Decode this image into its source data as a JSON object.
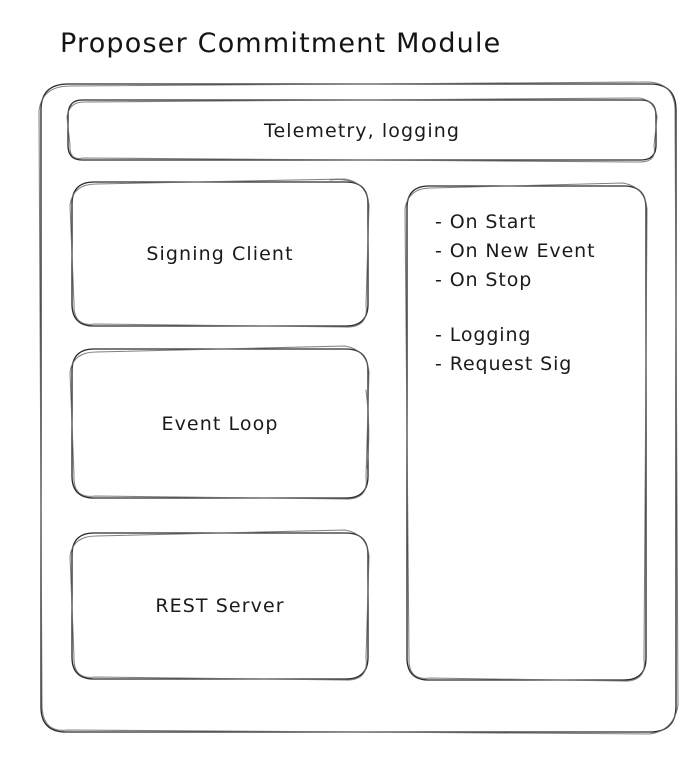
{
  "diagram": {
    "title": "Proposer Commitment Module",
    "style": "hand-drawn",
    "stroke_color": "#2b2b2b",
    "text_color": "#1a1a1a",
    "background_color": "#ffffff"
  },
  "container": {
    "name": "proposer-commitment-module-container"
  },
  "telemetry": {
    "label": "Telemetry, logging"
  },
  "components": [
    {
      "label": "Signing Client"
    },
    {
      "label": "Event Loop"
    },
    {
      "label": "REST Server"
    }
  ],
  "operations": {
    "group_one": [
      "- On Start",
      "- On New Event",
      "- On Stop"
    ],
    "group_two": [
      "- Logging",
      "- Request Sig"
    ]
  }
}
